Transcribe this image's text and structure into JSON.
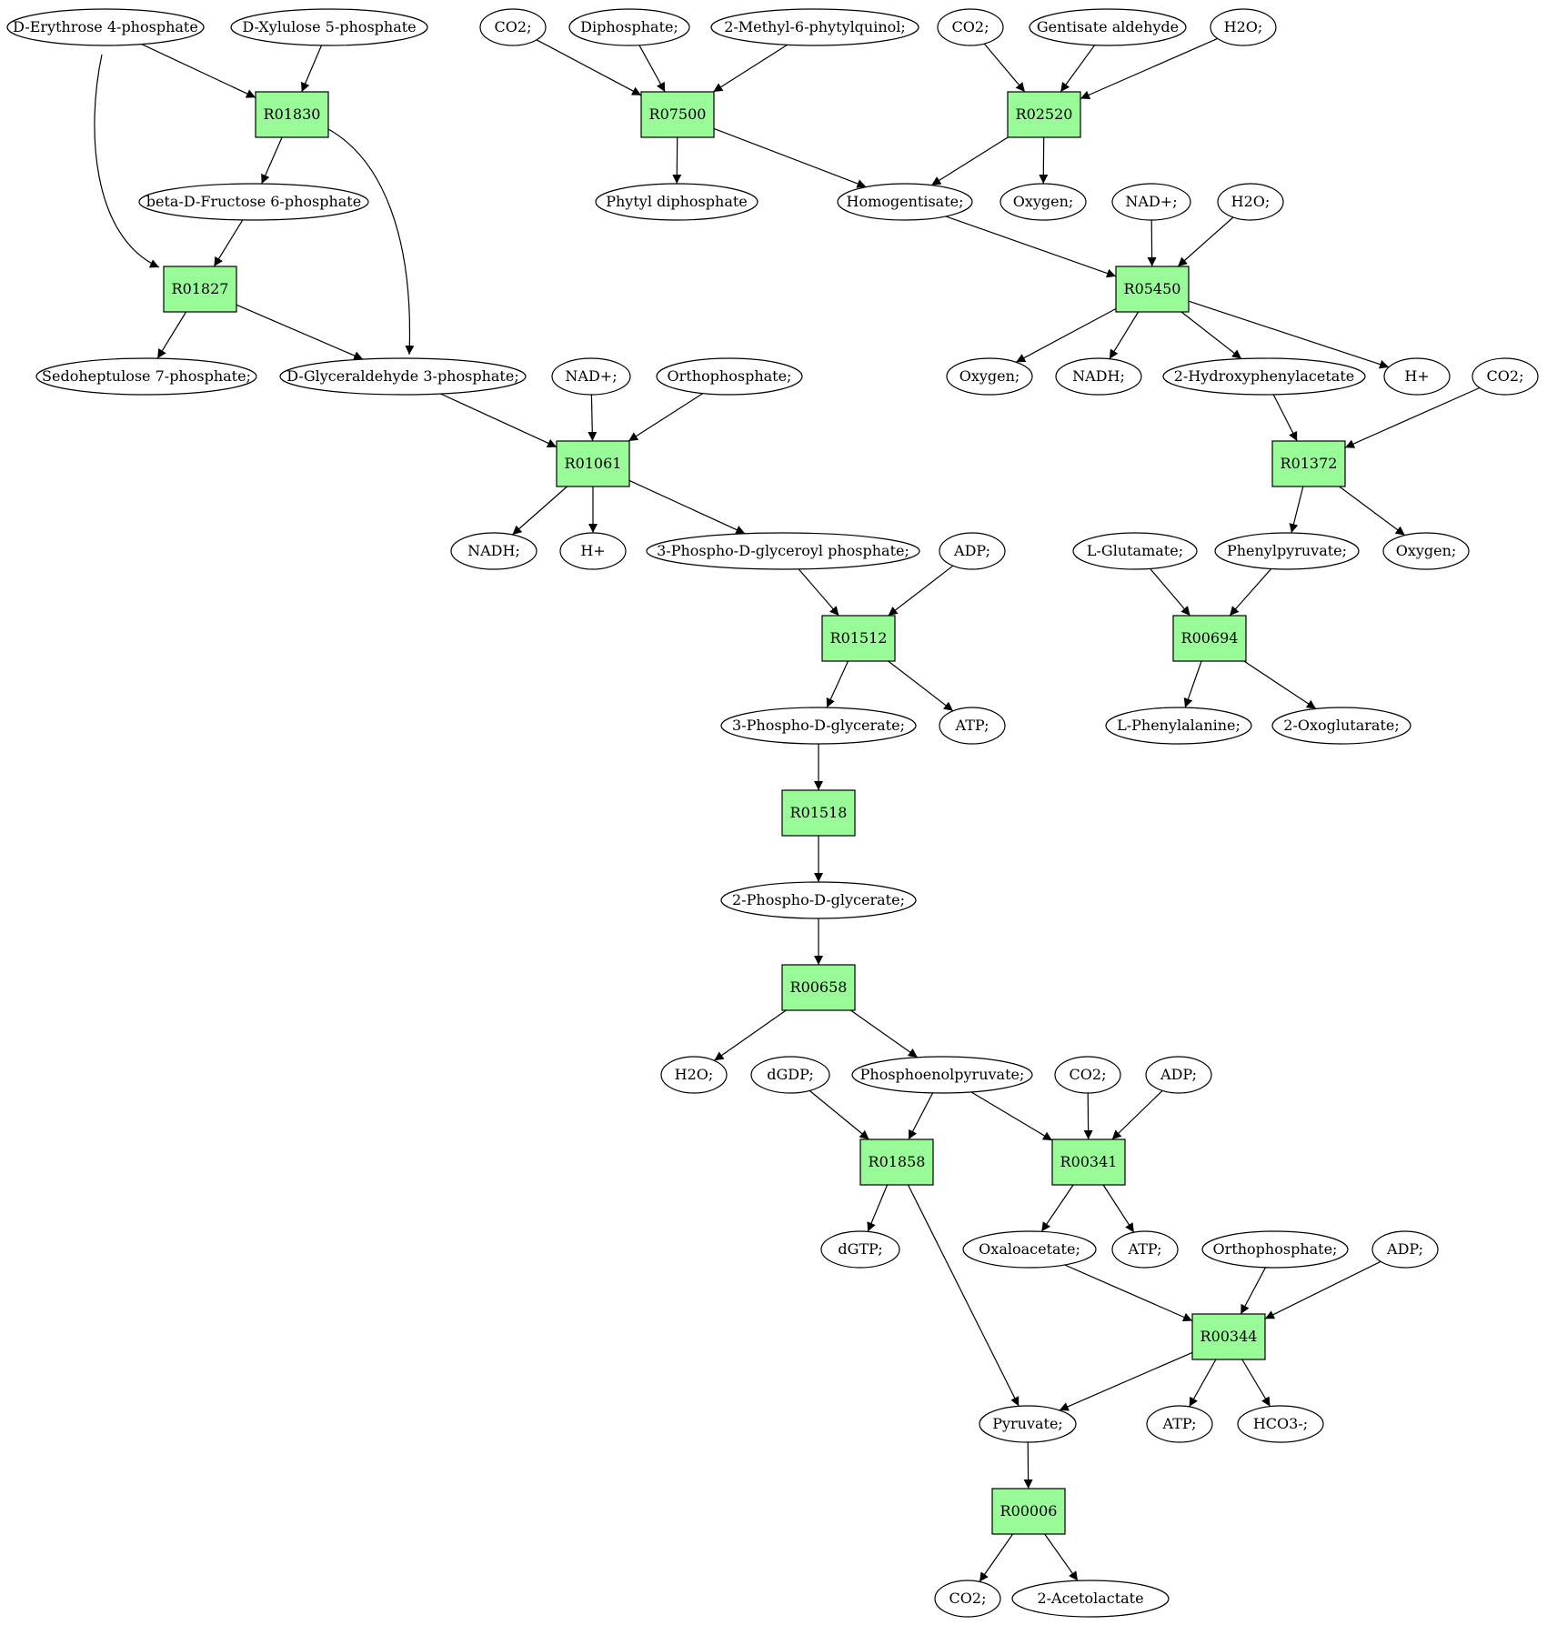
{
  "colors": {
    "reaction": "#98fb98",
    "source": "#00ff00",
    "target": "#ffff00",
    "stroke": "#000000",
    "default": "#ffffff"
  },
  "nodes": {
    "e4p": {
      "label": "D-Erythrose 4-phosphate",
      "kind": "compound",
      "role": "source"
    },
    "x5p": {
      "label": "D-Xylulose 5-phosphate",
      "kind": "compound"
    },
    "co2_a": {
      "label": "CO2;",
      "kind": "compound"
    },
    "diph": {
      "label": "Diphosphate;",
      "kind": "compound"
    },
    "mpq": {
      "label": "2-Methyl-6-phytylquinol;",
      "kind": "compound"
    },
    "co2_b": {
      "label": "CO2;",
      "kind": "compound"
    },
    "gald": {
      "label": "Gentisate aldehyde",
      "kind": "compound"
    },
    "h2o_a": {
      "label": "H2O;",
      "kind": "compound"
    },
    "R01830": {
      "label": "R01830",
      "kind": "reaction"
    },
    "R07500": {
      "label": "R07500",
      "kind": "reaction"
    },
    "R02520": {
      "label": "R02520",
      "kind": "reaction"
    },
    "bdf6p": {
      "label": "beta-D-Fructose 6-phosphate",
      "kind": "compound"
    },
    "phdp": {
      "label": "Phytyl diphosphate",
      "kind": "compound"
    },
    "homog": {
      "label": "Homogentisate;",
      "kind": "compound"
    },
    "oxy_a": {
      "label": "Oxygen;",
      "kind": "compound"
    },
    "nad_a": {
      "label": "NAD+;",
      "kind": "compound"
    },
    "h2o_b": {
      "label": "H2O;",
      "kind": "compound"
    },
    "R01827": {
      "label": "R01827",
      "kind": "reaction"
    },
    "R05450": {
      "label": "R05450",
      "kind": "reaction"
    },
    "s7p": {
      "label": "Sedoheptulose 7-phosphate;",
      "kind": "compound"
    },
    "g3p": {
      "label": "D-Glyceraldehyde 3-phosphate;",
      "kind": "compound"
    },
    "nad_b": {
      "label": "NAD+;",
      "kind": "compound"
    },
    "pi_a": {
      "label": "Orthophosphate;",
      "kind": "compound"
    },
    "oxy_b": {
      "label": "Oxygen;",
      "kind": "compound"
    },
    "nadh_a": {
      "label": "NADH;",
      "kind": "compound"
    },
    "hpa": {
      "label": "2-Hydroxyphenylacetate",
      "kind": "compound"
    },
    "hplus_a": {
      "label": "H+",
      "kind": "compound"
    },
    "co2_c": {
      "label": "CO2;",
      "kind": "compound"
    },
    "R01061": {
      "label": "R01061",
      "kind": "reaction"
    },
    "R01372": {
      "label": "R01372",
      "kind": "reaction"
    },
    "nadh_b": {
      "label": "NADH;",
      "kind": "compound"
    },
    "hplus_b": {
      "label": "H+",
      "kind": "compound"
    },
    "bpg": {
      "label": "3-Phospho-D-glyceroyl phosphate;",
      "kind": "compound"
    },
    "adp_a": {
      "label": "ADP;",
      "kind": "compound"
    },
    "glu": {
      "label": "L-Glutamate;",
      "kind": "compound"
    },
    "phpyr": {
      "label": "Phenylpyruvate;",
      "kind": "compound"
    },
    "oxy_c": {
      "label": "Oxygen;",
      "kind": "compound"
    },
    "R01512": {
      "label": "R01512",
      "kind": "reaction"
    },
    "R00694": {
      "label": "R00694",
      "kind": "reaction"
    },
    "pg3": {
      "label": "3-Phospho-D-glycerate;",
      "kind": "compound"
    },
    "atp_a": {
      "label": "ATP;",
      "kind": "compound"
    },
    "phe": {
      "label": "L-Phenylalanine;",
      "kind": "compound",
      "role": "target"
    },
    "akg": {
      "label": "2-Oxoglutarate;",
      "kind": "compound"
    },
    "R01518": {
      "label": "R01518",
      "kind": "reaction"
    },
    "pg2": {
      "label": "2-Phospho-D-glycerate;",
      "kind": "compound"
    },
    "R00658": {
      "label": "R00658",
      "kind": "reaction"
    },
    "h2o_c": {
      "label": "H2O;",
      "kind": "compound"
    },
    "dgdp": {
      "label": "dGDP;",
      "kind": "compound"
    },
    "pep": {
      "label": "Phosphoenolpyruvate;",
      "kind": "compound",
      "role": "source"
    },
    "co2_d": {
      "label": "CO2;",
      "kind": "compound"
    },
    "adp_b": {
      "label": "ADP;",
      "kind": "compound"
    },
    "R01858": {
      "label": "R01858",
      "kind": "reaction"
    },
    "R00341": {
      "label": "R00341",
      "kind": "reaction"
    },
    "dgtp": {
      "label": "dGTP;",
      "kind": "compound"
    },
    "oaa": {
      "label": "Oxaloacetate;",
      "kind": "compound"
    },
    "atp_b": {
      "label": "ATP;",
      "kind": "compound"
    },
    "pi_b": {
      "label": "Orthophosphate;",
      "kind": "compound"
    },
    "adp_c": {
      "label": "ADP;",
      "kind": "compound"
    },
    "R00344": {
      "label": "R00344",
      "kind": "reaction"
    },
    "pyr": {
      "label": "Pyruvate;",
      "kind": "compound"
    },
    "atp_c": {
      "label": "ATP;",
      "kind": "compound"
    },
    "hco3": {
      "label": "HCO3-;",
      "kind": "compound"
    },
    "R00006": {
      "label": "R00006",
      "kind": "reaction"
    },
    "co2_e": {
      "label": "CO2;",
      "kind": "compound"
    },
    "acl": {
      "label": "2-Acetolactate",
      "kind": "compound"
    }
  },
  "edges": [
    [
      "e4p",
      "R01830"
    ],
    [
      "x5p",
      "R01830"
    ],
    [
      "e4p",
      "R01827"
    ],
    [
      "R01830",
      "bdf6p"
    ],
    [
      "R01830",
      "g3p"
    ],
    [
      "bdf6p",
      "R01827"
    ],
    [
      "R01827",
      "s7p"
    ],
    [
      "R01827",
      "g3p"
    ],
    [
      "co2_a",
      "R07500"
    ],
    [
      "diph",
      "R07500"
    ],
    [
      "mpq",
      "R07500"
    ],
    [
      "R07500",
      "phdp"
    ],
    [
      "R07500",
      "homog"
    ],
    [
      "co2_b",
      "R02520"
    ],
    [
      "gald",
      "R02520"
    ],
    [
      "h2o_a",
      "R02520"
    ],
    [
      "R02520",
      "homog"
    ],
    [
      "R02520",
      "oxy_a"
    ],
    [
      "homog",
      "R05450"
    ],
    [
      "nad_a",
      "R05450"
    ],
    [
      "h2o_b",
      "R05450"
    ],
    [
      "R05450",
      "oxy_b"
    ],
    [
      "R05450",
      "nadh_a"
    ],
    [
      "R05450",
      "hpa"
    ],
    [
      "R05450",
      "hplus_a"
    ],
    [
      "hpa",
      "R01372"
    ],
    [
      "co2_c",
      "R01372"
    ],
    [
      "R01372",
      "phpyr"
    ],
    [
      "R01372",
      "oxy_c"
    ],
    [
      "glu",
      "R00694"
    ],
    [
      "phpyr",
      "R00694"
    ],
    [
      "R00694",
      "phe"
    ],
    [
      "R00694",
      "akg"
    ],
    [
      "g3p",
      "R01061"
    ],
    [
      "nad_b",
      "R01061"
    ],
    [
      "pi_a",
      "R01061"
    ],
    [
      "R01061",
      "nadh_b"
    ],
    [
      "R01061",
      "hplus_b"
    ],
    [
      "R01061",
      "bpg"
    ],
    [
      "bpg",
      "R01512"
    ],
    [
      "adp_a",
      "R01512"
    ],
    [
      "R01512",
      "pg3"
    ],
    [
      "R01512",
      "atp_a"
    ],
    [
      "pg3",
      "R01518"
    ],
    [
      "R01518",
      "pg2"
    ],
    [
      "pg2",
      "R00658"
    ],
    [
      "R00658",
      "h2o_c"
    ],
    [
      "R00658",
      "pep"
    ],
    [
      "dgdp",
      "R01858"
    ],
    [
      "pep",
      "R01858"
    ],
    [
      "R01858",
      "dgtp"
    ],
    [
      "R01858",
      "pyr"
    ],
    [
      "pep",
      "R00341"
    ],
    [
      "co2_d",
      "R00341"
    ],
    [
      "adp_b",
      "R00341"
    ],
    [
      "R00341",
      "oaa"
    ],
    [
      "R00341",
      "atp_b"
    ],
    [
      "oaa",
      "R00344"
    ],
    [
      "pi_b",
      "R00344"
    ],
    [
      "adp_c",
      "R00344"
    ],
    [
      "R00344",
      "pyr"
    ],
    [
      "R00344",
      "atp_c"
    ],
    [
      "R00344",
      "hco3"
    ],
    [
      "pyr",
      "R00006"
    ],
    [
      "R00006",
      "co2_e"
    ],
    [
      "R00006",
      "acl"
    ]
  ]
}
